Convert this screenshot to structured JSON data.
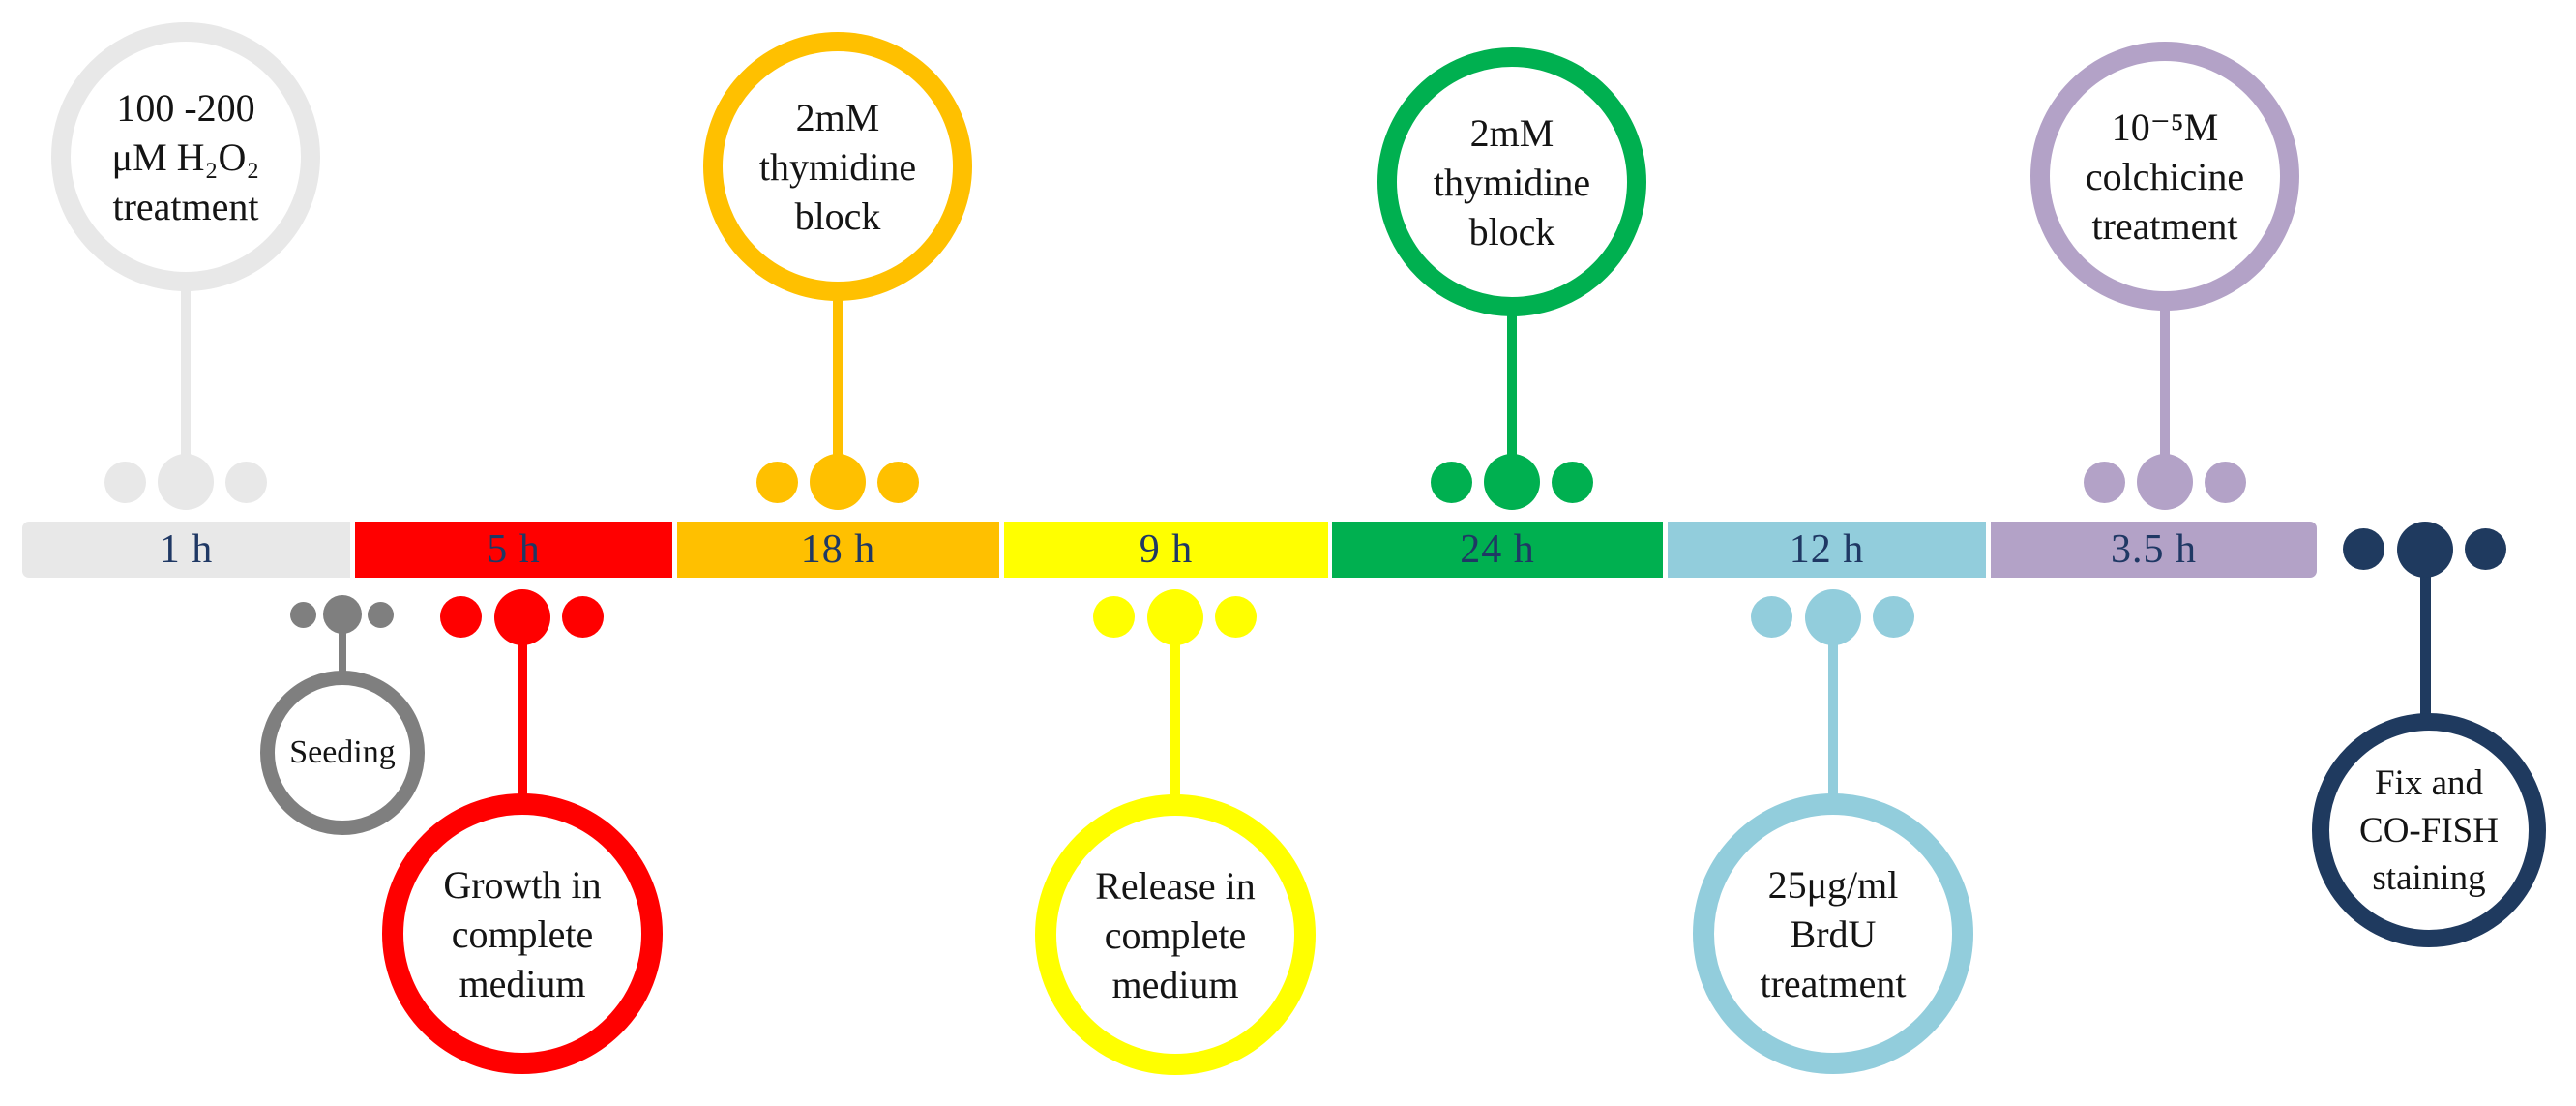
{
  "colors": {
    "pale_gray": "#E8E8E8",
    "seeding_gray": "#7F7F7F",
    "red": "#FF0000",
    "orange": "#FFC000",
    "yellow": "#FFFF00",
    "green": "#00B050",
    "light_blue": "#92CDDC",
    "lavender": "#B3A2C7",
    "navy": "#1F3A5F",
    "bar_label_navy": "#1F3864",
    "circle_text": "#141414",
    "background": "#FFFFFF"
  },
  "bar": {
    "label_color": "#1F3864",
    "segments": [
      {
        "label": "1 h",
        "color": "#E8E8E8"
      },
      {
        "label": "5 h",
        "color": "#FF0000"
      },
      {
        "label": "18 h",
        "color": "#FFC000"
      },
      {
        "label": "9 h",
        "color": "#FFFF00"
      },
      {
        "label": "24 h",
        "color": "#00B050"
      },
      {
        "label": "12 h",
        "color": "#92CDDC"
      },
      {
        "label": "3.5 h",
        "color": "#B3A2C7"
      }
    ]
  },
  "events": {
    "h2o2": {
      "position": "above-segment-1",
      "color": "#E8E8E8",
      "lines": [
        "100 -200",
        "μM H₂O₂",
        "treatment"
      ]
    },
    "seeding": {
      "position": "below-segment-1-2-boundary",
      "color": "#7F7F7F",
      "lines": [
        "Seeding"
      ]
    },
    "growth": {
      "position": "below-segment-2",
      "color": "#FF0000",
      "lines": [
        "Growth in",
        "complete",
        "medium"
      ]
    },
    "thymidine_block_1": {
      "position": "above-segment-3",
      "color": "#FFC000",
      "lines": [
        "2mM",
        "thymidine",
        "block"
      ]
    },
    "release": {
      "position": "below-segment-4",
      "color": "#FFFF00",
      "lines": [
        "Release in",
        "complete",
        "medium"
      ]
    },
    "thymidine_block_2": {
      "position": "above-segment-5",
      "color": "#00B050",
      "lines": [
        "2mM",
        "thymidine",
        "block"
      ]
    },
    "brdu": {
      "position": "below-segment-6",
      "color": "#92CDDC",
      "lines": [
        "25μg/ml",
        "BrdU",
        "treatment"
      ]
    },
    "colchicine": {
      "position": "above-segment-7",
      "color": "#B3A2C7",
      "lines": [
        "10⁻⁵M",
        "colchicine",
        "treatment"
      ]
    },
    "fix_cofish": {
      "position": "end-of-timeline",
      "color": "#1F3A5F",
      "lines": [
        "Fix and",
        "CO-FISH",
        "staining"
      ]
    }
  }
}
